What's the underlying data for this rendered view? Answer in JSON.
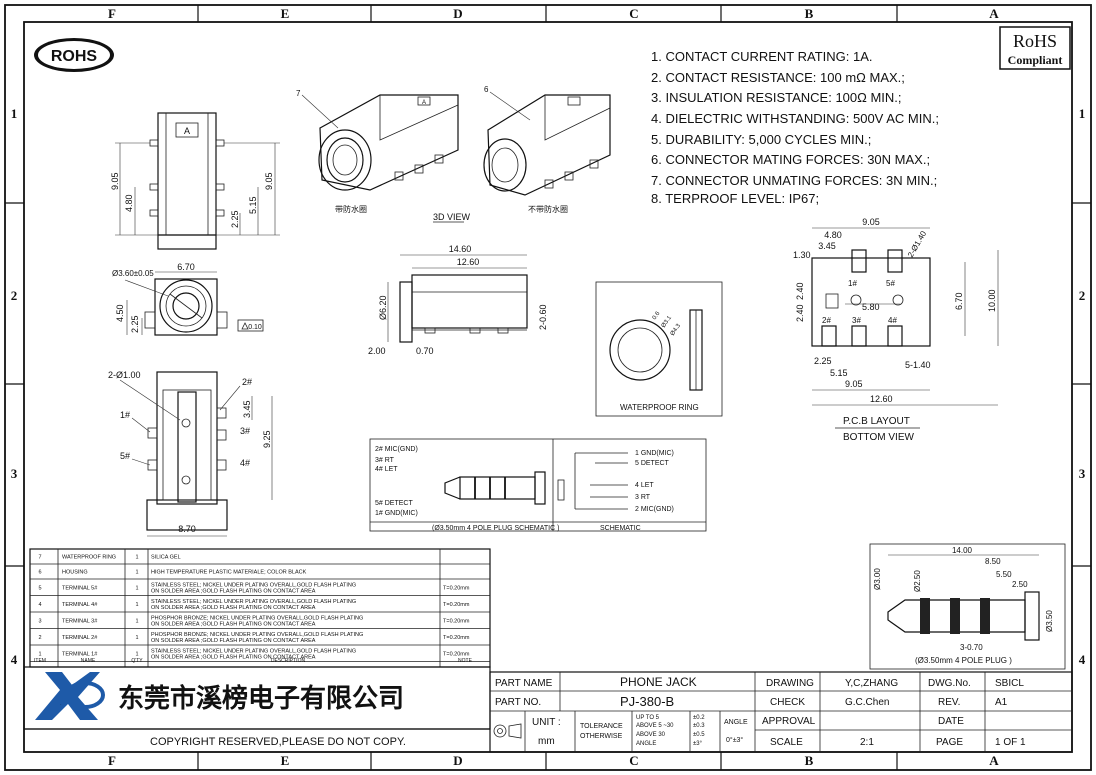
{
  "frame": {
    "cols_top": [
      "F",
      "E",
      "D",
      "C",
      "B",
      "A"
    ],
    "rows_side": [
      "1",
      "2",
      "3",
      "4"
    ]
  },
  "rohs_logo": "ROHS",
  "rohs_compliant": {
    "line1": "RoHS",
    "line2": "Compliant"
  },
  "specs": [
    "1.  CONTACT  CURRENT  RATING:  1A.",
    "2.  CONTACT  RESISTANCE:  100  mΩ  MAX.;",
    "3.  INSULATION  RESISTANCE:  100Ω  MIN.;",
    "4.  DIELECTRIC  WITHSTANDING:  500V  AC  MIN.;",
    "5.  DURABILITY:  5,000  CYCLES  MIN.;",
    "6.  CONNECTOR  MATING  FORCES:  30N    MAX.;",
    "7.  CONNECTOR  UNMATING  FORCES:  3N  MIN.;",
    "8.  TERPROOF  LEVEL:  IP67;"
  ],
  "views": {
    "view_3d": "3D VIEW",
    "with_ring": "带防水圈",
    "without_ring": "不带防水圈",
    "label7": "7",
    "label6": "6",
    "waterproof_ring": "WATERPROOF  RING",
    "plug_schematic": "(Ø3.50mm 4 POLE PLUG SCHEMATIC )",
    "schematic": "SCHEMATIC",
    "plug_caption": "(Ø3.50mm  4  POLE  PLUG )",
    "pcb_layout": "P.C.B  LAYOUT",
    "bottom_view": "BOTTOM  VIEW",
    "marker_a": "A"
  },
  "dims": {
    "front": {
      "d905a": "9.05",
      "d480": "4.80",
      "d905b": "9.05",
      "d225": "2.25",
      "d515": "5.15"
    },
    "top": {
      "d670": "6.70",
      "phi": "Ø3.60±0.05",
      "d450": "4.50",
      "d225": "2.25",
      "d010": "0.10"
    },
    "bottom": {
      "phi100": "2-Ø1.00",
      "p2": "2#",
      "p1": "1#",
      "p3": "3#",
      "p5": "5#",
      "p4": "4#",
      "d345": "3.45",
      "d925": "9.25",
      "d870": "8.70"
    },
    "side": {
      "d1460": "14.60",
      "d1260": "12.60",
      "d620": "Ø6.20",
      "d060": "2-0.60",
      "d200": "2.00",
      "d070": "0.70"
    },
    "ring": {
      "a": "0.6",
      "b": "Ø3.1",
      "c": "Ø4.3"
    },
    "pcb": {
      "d905": "9.05",
      "d480": "4.80",
      "d345": "3.45",
      "d130": "1.30",
      "d140": "2-Ø1.40",
      "d240a": "2.40",
      "d240b": "2.40",
      "d580": "5.80",
      "d670": "6.70",
      "d1000": "10.00",
      "d225": "2.25",
      "d515": "5.15",
      "d905b": "9.05",
      "d1260": "12.60",
      "d5140": "5-1.40",
      "p1": "1#",
      "p5": "5#",
      "p2": "2#",
      "p3": "3#",
      "p4": "4#"
    },
    "plug": {
      "d1400": "14.00",
      "d850": "8.50",
      "d550": "5.50",
      "d250": "2.50",
      "d300": "Ø3.00",
      "d250b": "Ø2.50",
      "d350": "Ø3.50",
      "d070": "3-0.70"
    }
  },
  "schematic_left": {
    "l1": "2# MIC(GND)",
    "l2": "3# RT",
    "l3": "4# LET",
    "l4": "5# DETECT",
    "l5": "1# GND(MIC)"
  },
  "schematic_right": {
    "r1": "1 GND(MIC)",
    "r2": "5 DETECT",
    "r3": "4 LET",
    "r4": "3 RT",
    "r5": "2 MIC(GND)"
  },
  "bom": {
    "headers": [
      "ITEM",
      "NAME",
      "Q'TY",
      "DESCRIPTION",
      "NOTE"
    ],
    "rows": [
      [
        "7",
        "WATERPROOF RING",
        "1",
        "SILICA GEL",
        ""
      ],
      [
        "6",
        "HOUSING",
        "1",
        "HIGH TEMPERATURE PLASTIC MATERIALE; COLOR BLACK",
        ""
      ],
      [
        "5",
        "TERMINAL 5#",
        "1",
        "STAINLESS STEEL; NICKEL UNDER PLATING OVERALL,GOLD FLASH PLATING|ON SOLDER AREA ;GOLD FLASH PLATING ON CONTACT AREA",
        "T=0.20mm"
      ],
      [
        "4",
        "TERMINAL 4#",
        "1",
        "STAINLESS STEEL; NICKEL UNDER PLATING OVERALL,GOLD FLASH PLATING|ON SOLDER AREA ;GOLD FLASH PLATING ON CONTACT AREA",
        "T=0.20mm"
      ],
      [
        "3",
        "TERMINAL 3#",
        "1",
        "PHOSPHOR BRONZE; NICKEL UNDER PLATING OVERALL,GOLD FLASH PLATING|ON SOLDER AREA ;GOLD FLASH PLATING ON CONTACT AREA",
        "T=0.20mm"
      ],
      [
        "2",
        "TERMINAL 2#",
        "1",
        "PHOSPHOR BRONZE; NICKEL UNDER PLATING OVERALL,GOLD FLASH PLATING|ON SOLDER AREA ;GOLD FLASH PLATING ON CONTACT AREA",
        "T=0.20mm"
      ],
      [
        "1",
        "TERMINAL 1#",
        "1",
        "STAINLESS STEEL; NICKEL UNDER PLATING OVERALL,GOLD FLASH PLATING|ON SOLDER AREA ;GOLD FLASH PLATING ON CONTACT AREA",
        "T=0.20mm"
      ]
    ]
  },
  "company": {
    "name_cn": "东莞市溪榜电子有限公司",
    "copyright": "COPYRIGHT  RESERVED,PLEASE  DO  NOT  COPY.",
    "logo_letters": "XJ"
  },
  "title_block": {
    "part_name_label": "PART NAME",
    "part_name": "PHONE  JACK",
    "part_no_label": "PART NO.",
    "part_no": "PJ-380-B",
    "unit_label": "UNIT :",
    "unit": "mm",
    "tolerance_label": "TOLERANCE",
    "otherwise_label": "OTHERWISE",
    "tol_rows": [
      [
        "UP TO 5",
        "±0.2"
      ],
      [
        "ABOVE 5 ~30",
        "±0.3"
      ],
      [
        "ABOVE 30",
        "±0.5"
      ],
      [
        "ANGLE",
        "±3°"
      ]
    ],
    "angle_label": "ANGLE",
    "angle_value": "0°±3°",
    "drawing_label": "DRAWING",
    "drawing": "Y,C,ZHANG",
    "check_label": "CHECK",
    "check": "G.C.Chen",
    "approval_label": "APPROVAL",
    "approval": "",
    "scale_label": "SCALE",
    "scale": "2:1",
    "dwg_label": "DWG.No.",
    "dwg": "SBICL",
    "rev_label": "REV.",
    "rev": "A1",
    "date_label": "DATE",
    "date": "",
    "page_label": "PAGE",
    "page": "1  OF  1"
  }
}
